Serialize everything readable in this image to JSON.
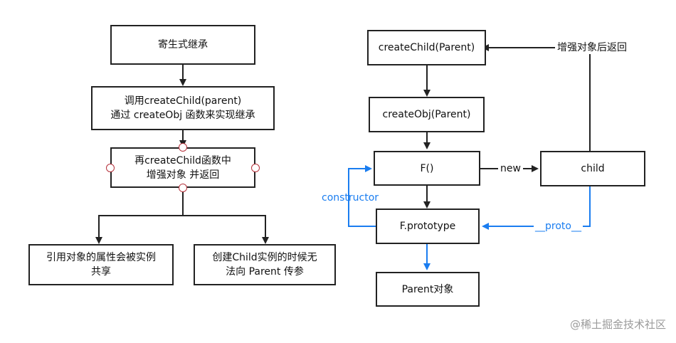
{
  "left_flow": {
    "n1": "寄生式继承",
    "n2_line1": "调用createChild(parent)",
    "n2_line2": "通过 createObj 函数来实现继承",
    "n3_line1": "再createChild函数中",
    "n3_line2": "增强对象 并返回",
    "n4_line1": "引用对象的属性会被实例",
    "n4_line2": "共享",
    "n5_line1": "创建Child实例的时候无",
    "n5_line2": "法向 Parent 传参"
  },
  "right_flow": {
    "create_child": "createChild(Parent)",
    "create_obj": "createObj(Parent)",
    "f": "F()",
    "f_prototype": "F.prototype",
    "parent_obj": "Parent对象",
    "child": "child",
    "label_return": "增强对象后返回",
    "label_new": "new",
    "label_constructor": "constructor",
    "label_proto": "__proto__"
  },
  "watermark": "@稀土掘金技术社区",
  "colors": {
    "stroke": "#222222",
    "blue": "#1a7df0",
    "handle": "#b5303a"
  }
}
